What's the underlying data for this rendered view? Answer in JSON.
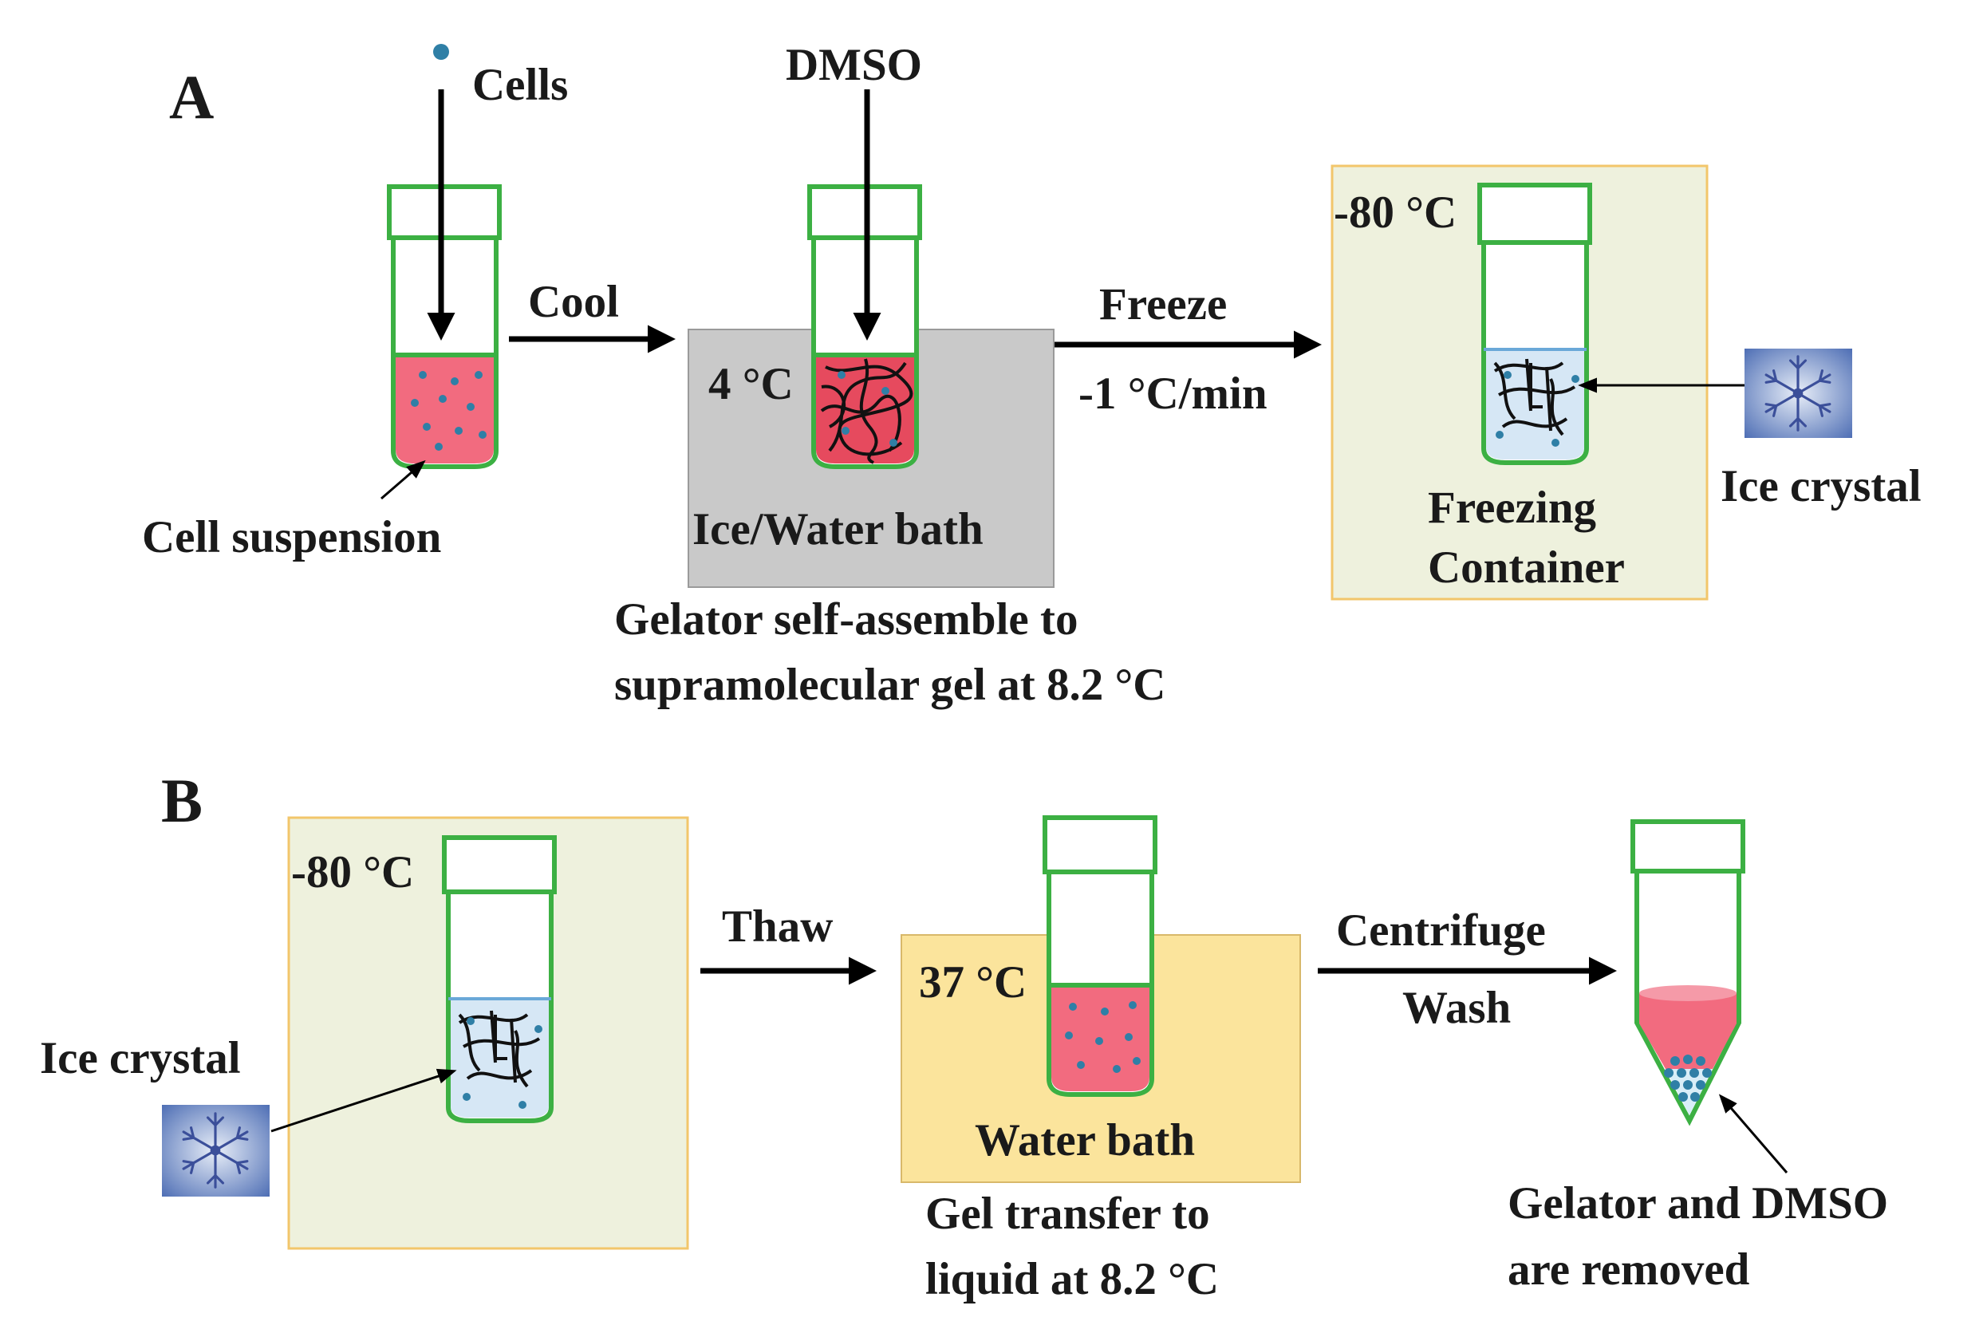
{
  "panel_a": {
    "letter": "A",
    "cells_label": "Cells",
    "dmso_label": "DMSO",
    "cool_label": "Cool",
    "freeze_label": "Freeze",
    "rate_label": "-1 °C/min",
    "temp_4c": "4 °C",
    "ice_water_bath": "Ice/Water bath",
    "cell_suspension": "Cell suspension",
    "temp_minus80": "-80 °C",
    "freezing_line1": "Freezing",
    "freezing_line2": "Container",
    "ice_crystal": "Ice crystal",
    "gelator_line1": "Gelator self-assemble to",
    "gelator_line2": "supramolecular gel at 8.2 °C"
  },
  "panel_b": {
    "letter": "B",
    "temp_minus80": "-80 °C",
    "ice_crystal": "Ice crystal",
    "thaw_label": "Thaw",
    "temp_37c": "37 °C",
    "water_bath": "Water bath",
    "gel_line1": "Gel transfer to",
    "gel_line2": "liquid at 8.2 °C",
    "centrifuge_label": "Centrifuge",
    "wash_label": "Wash",
    "removed_line1": "Gelator and DMSO",
    "removed_line2": "are removed"
  },
  "colors": {
    "tube_green": "#3cb043",
    "media_pink": "#f26b7f",
    "cell_blue": "#2f7fa6",
    "freezer_box": "#eef1dd",
    "freezer_border": "#f2c66b",
    "ice_bath_gray": "#c9c9c9",
    "water_bath_yellow": "#fbe49c"
  },
  "icons": [
    "snowflake-icon"
  ]
}
